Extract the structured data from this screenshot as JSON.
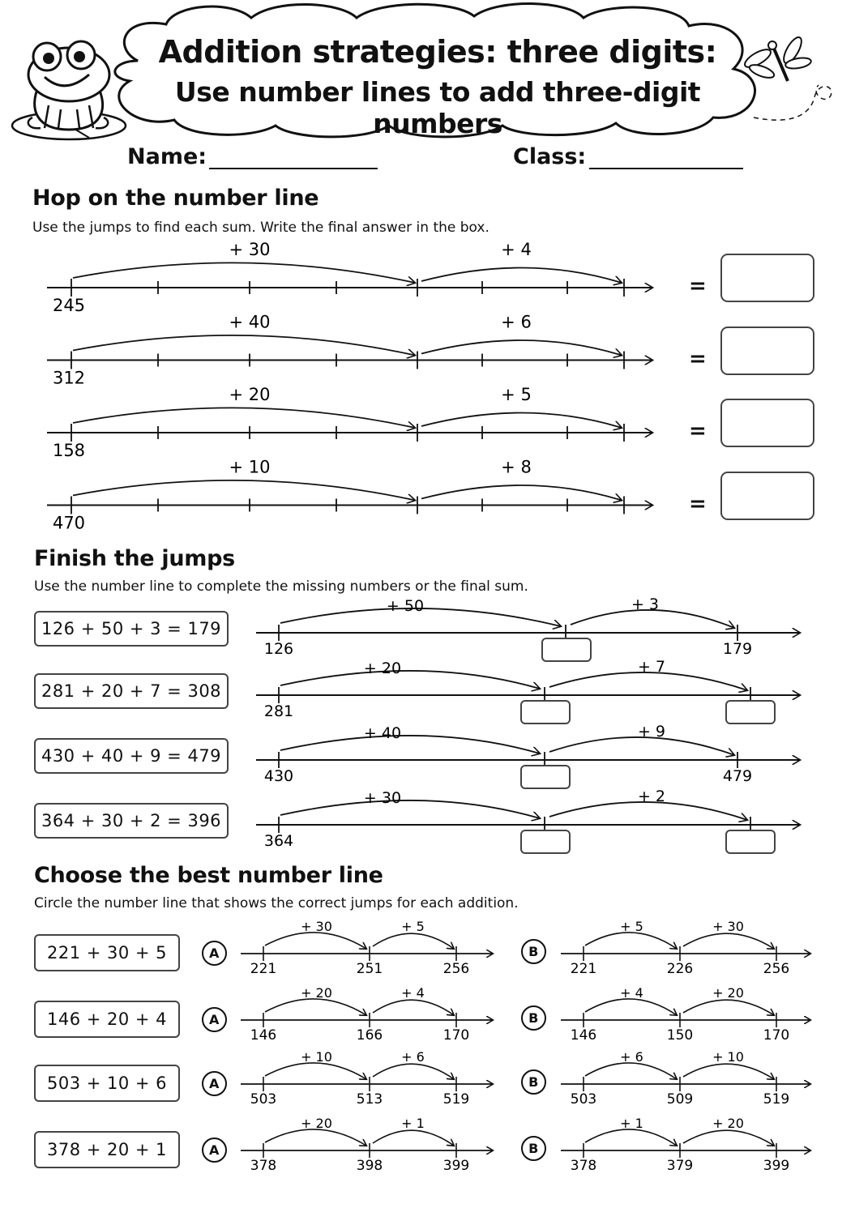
{
  "header": {
    "title_line1": "Addition strategies: three digits:",
    "title_line2": "Use number lines to add three-digit numbers",
    "name_label": "Name:",
    "class_label": "Class:"
  },
  "section1": {
    "title": "Hop on the number line",
    "instruction": "Use the jumps to find each sum. Write the final answer in the box.",
    "equals": "=",
    "rows": [
      {
        "start": "245",
        "jump1": "+ 30",
        "jump2": "+ 4"
      },
      {
        "start": "312",
        "jump1": "+ 40",
        "jump2": "+ 6"
      },
      {
        "start": "158",
        "jump1": "+ 20",
        "jump2": "+ 5"
      },
      {
        "start": "470",
        "jump1": "+ 10",
        "jump2": "+ 8"
      }
    ]
  },
  "section2": {
    "title": "Finish the jumps",
    "instruction": "Use the number line to complete the missing numbers or the final sum.",
    "rows": [
      {
        "equation": "126 + 50 + 3 = 179",
        "start": "126",
        "end": "179",
        "jump1": "+ 50",
        "jump2": "+ 3",
        "end_blank": false
      },
      {
        "equation": "281 + 20 + 7 = 308",
        "start": "281",
        "end": "",
        "jump1": "+ 20",
        "jump2": "+ 7",
        "end_blank": true
      },
      {
        "equation": "430 + 40 + 9 = 479",
        "start": "430",
        "end": "479",
        "jump1": "+ 40",
        "jump2": "+ 9",
        "end_blank": false
      },
      {
        "equation": "364 + 30 + 2 = 396",
        "start": "364",
        "end": "",
        "jump1": "+ 30",
        "jump2": "+ 2",
        "end_blank": true
      }
    ]
  },
  "section3": {
    "title": "Choose the best number line",
    "instruction": "Circle the number line that shows the correct jumps for each addition.",
    "option_a": "A",
    "option_b": "B",
    "rows": [
      {
        "expression": "221 + 30 + 5",
        "a": {
          "j1": "+ 30",
          "j2": "+ 5",
          "labels": [
            "221",
            "251",
            "256"
          ]
        },
        "b": {
          "j1": "+ 5",
          "j2": "+ 30",
          "labels": [
            "221",
            "226",
            "256"
          ]
        }
      },
      {
        "expression": "146 + 20 + 4",
        "a": {
          "j1": "+ 20",
          "j2": "+ 4",
          "labels": [
            "146",
            "166",
            "170"
          ]
        },
        "b": {
          "j1": "+ 4",
          "j2": "+ 20",
          "labels": [
            "146",
            "150",
            "170"
          ]
        }
      },
      {
        "expression": "503 + 10 + 6",
        "a": {
          "j1": "+ 10",
          "j2": "+ 6",
          "labels": [
            "503",
            "513",
            "519"
          ]
        },
        "b": {
          "j1": "+ 6",
          "j2": "+ 10",
          "labels": [
            "503",
            "509",
            "519"
          ]
        }
      },
      {
        "expression": "378 + 20 + 1",
        "a": {
          "j1": "+ 20",
          "j2": "+ 1",
          "labels": [
            "378",
            "398",
            "399"
          ]
        },
        "b": {
          "j1": "+ 1",
          "j2": "+ 20",
          "labels": [
            "378",
            "379",
            "399"
          ]
        }
      }
    ]
  }
}
